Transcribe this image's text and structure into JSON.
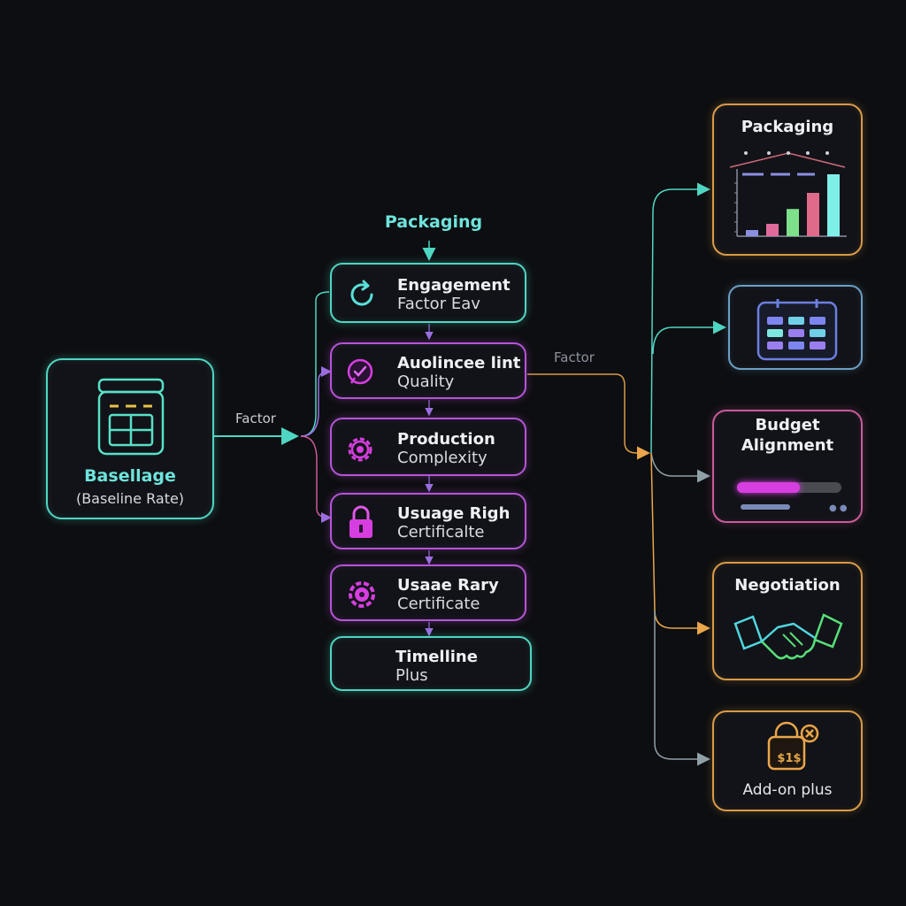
{
  "top_label": "Packaging",
  "left_node": {
    "title": "Basellage",
    "subtitle": "(Baseline Rate)"
  },
  "left_connector_label": "Factor",
  "mid_connector_label": "Factor",
  "chain": [
    {
      "line1": "Engagement",
      "line2": "Factor Eav",
      "icon": "refresh-icon"
    },
    {
      "line1": "Auolincee lint",
      "line2": "Quality",
      "icon": "check-badge-icon"
    },
    {
      "line1": "Production",
      "line2": "Complexity",
      "icon": "gear-icon"
    },
    {
      "line1": "Usuage Righ",
      "line2": "Certificalte",
      "icon": "lock-icon"
    },
    {
      "line1": "Usaae Rary",
      "line2": "Certificate",
      "icon": "gear-icon"
    },
    {
      "line1": "Timelline",
      "line2": "Plus",
      "icon": ""
    }
  ],
  "outputs": {
    "packaging": {
      "title": "Packaging"
    },
    "calendar": {
      "title": ""
    },
    "budget": {
      "line1": "Budget",
      "line2": "Alignment",
      "progress": 0.6
    },
    "negotiation": {
      "title": "Negotiation"
    },
    "addon": {
      "title": "Add-on plus",
      "tag": "$1$"
    }
  },
  "colors": {
    "teal": "#4fd6c2",
    "purple": "#b654d8",
    "magenta": "#d63ee0",
    "orange": "#d99a48",
    "pink": "#c85a9a",
    "green": "#58e07a",
    "yellow": "#e9c14a",
    "blue": "#6c9fc4"
  },
  "chart_data": {
    "type": "bar",
    "values": [
      5,
      10,
      22,
      35,
      50
    ],
    "colors": [
      "#8a8fe0",
      "#e06a9a",
      "#7ee08a",
      "#e06a8a",
      "#7ef0e8"
    ]
  }
}
